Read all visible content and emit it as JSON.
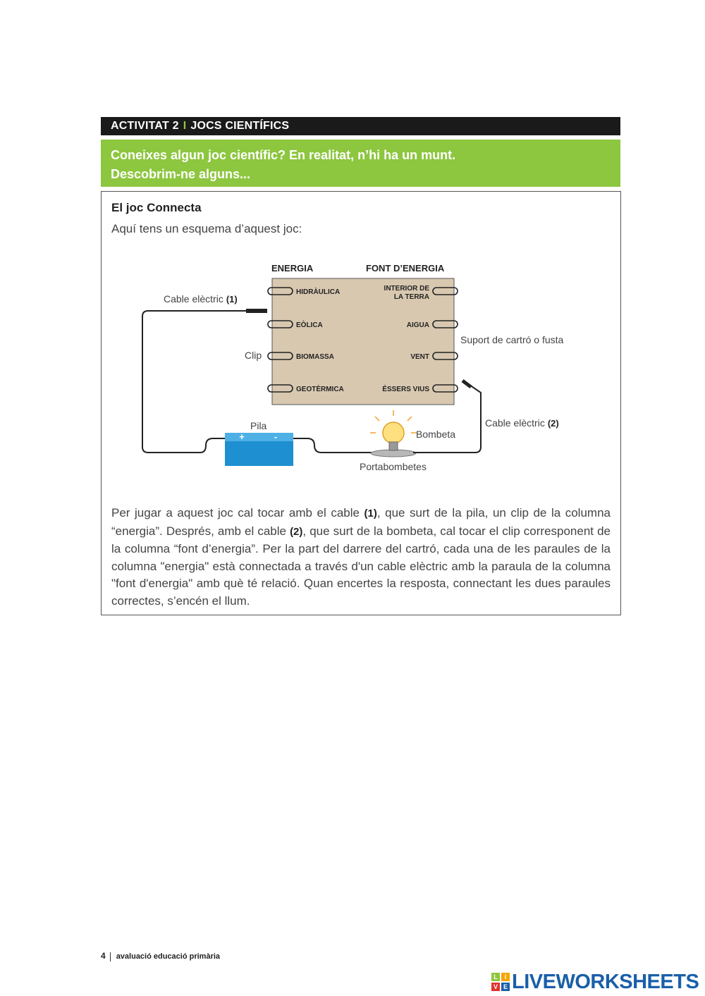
{
  "header": {
    "activity": "ACTIVITAT 2",
    "separator": "I",
    "topic": "JOCS CIENTÍFICS"
  },
  "intro": {
    "line1": "Coneixes algun joc científic? En realitat, n’hi ha un munt.",
    "line2": "Descobrim-ne alguns..."
  },
  "section": {
    "title": "El joc Connecta",
    "subtitle": "Aquí tens un esquema d’aquest joc:"
  },
  "diagram": {
    "col_energia": "ENERGIA",
    "col_font": "FONT D’ENERGIA",
    "left_items": [
      "HIDRÀULICA",
      "EÒLICA",
      "BIOMASSA",
      "GEOTÈRMICA"
    ],
    "right_items": [
      "INTERIOR DE",
      "LA TERRA",
      "AIGUA",
      "VENT",
      "ÉSSERS VIUS"
    ],
    "cable1_label": "Cable elèctric",
    "cable1_num": "(1)",
    "cable2_label": "Cable elèctric",
    "cable2_num": "(2)",
    "clip_label": "Clip",
    "support_label": "Suport de cartró o fusta",
    "battery_label": "Pila",
    "battery_plus": "+",
    "battery_minus": "-",
    "bulb_label": "Bombeta",
    "holder_label": "Portabombetes"
  },
  "paragraph": {
    "p1": "Per jugar a aquest joc cal tocar amb el cable ",
    "n1": "(1)",
    "p2": ", que surt de la pila, un clip de la columna “energia”. Després, amb el cable ",
    "n2": "(2)",
    "p3": ", que surt de la bombeta, cal tocar el clip corresponent de la columna “font d’energia”. Per la part del darrere del cartró, cada una de les paraules de la columna \"energia\" està connectada a través d'un cable elèctric amb la paraula de la columna \"font d'energia\" amb què té relació. Quan encertes la resposta, connectant les dues paraules correctes, s’encén el llum."
  },
  "footer": {
    "page_number": "4",
    "text": "avaluació educació primària"
  },
  "brand": {
    "logo_letters": [
      "L",
      "I",
      "V",
      "E"
    ],
    "text": "LIVEWORKSHEETS"
  },
  "colors": {
    "accent_green": "#8dc63f",
    "header_dark": "#1a1a1a",
    "board_fill": "#d8c8b0",
    "battery_blue": "#1e8fd0",
    "brand_blue": "#1a5fa8"
  }
}
